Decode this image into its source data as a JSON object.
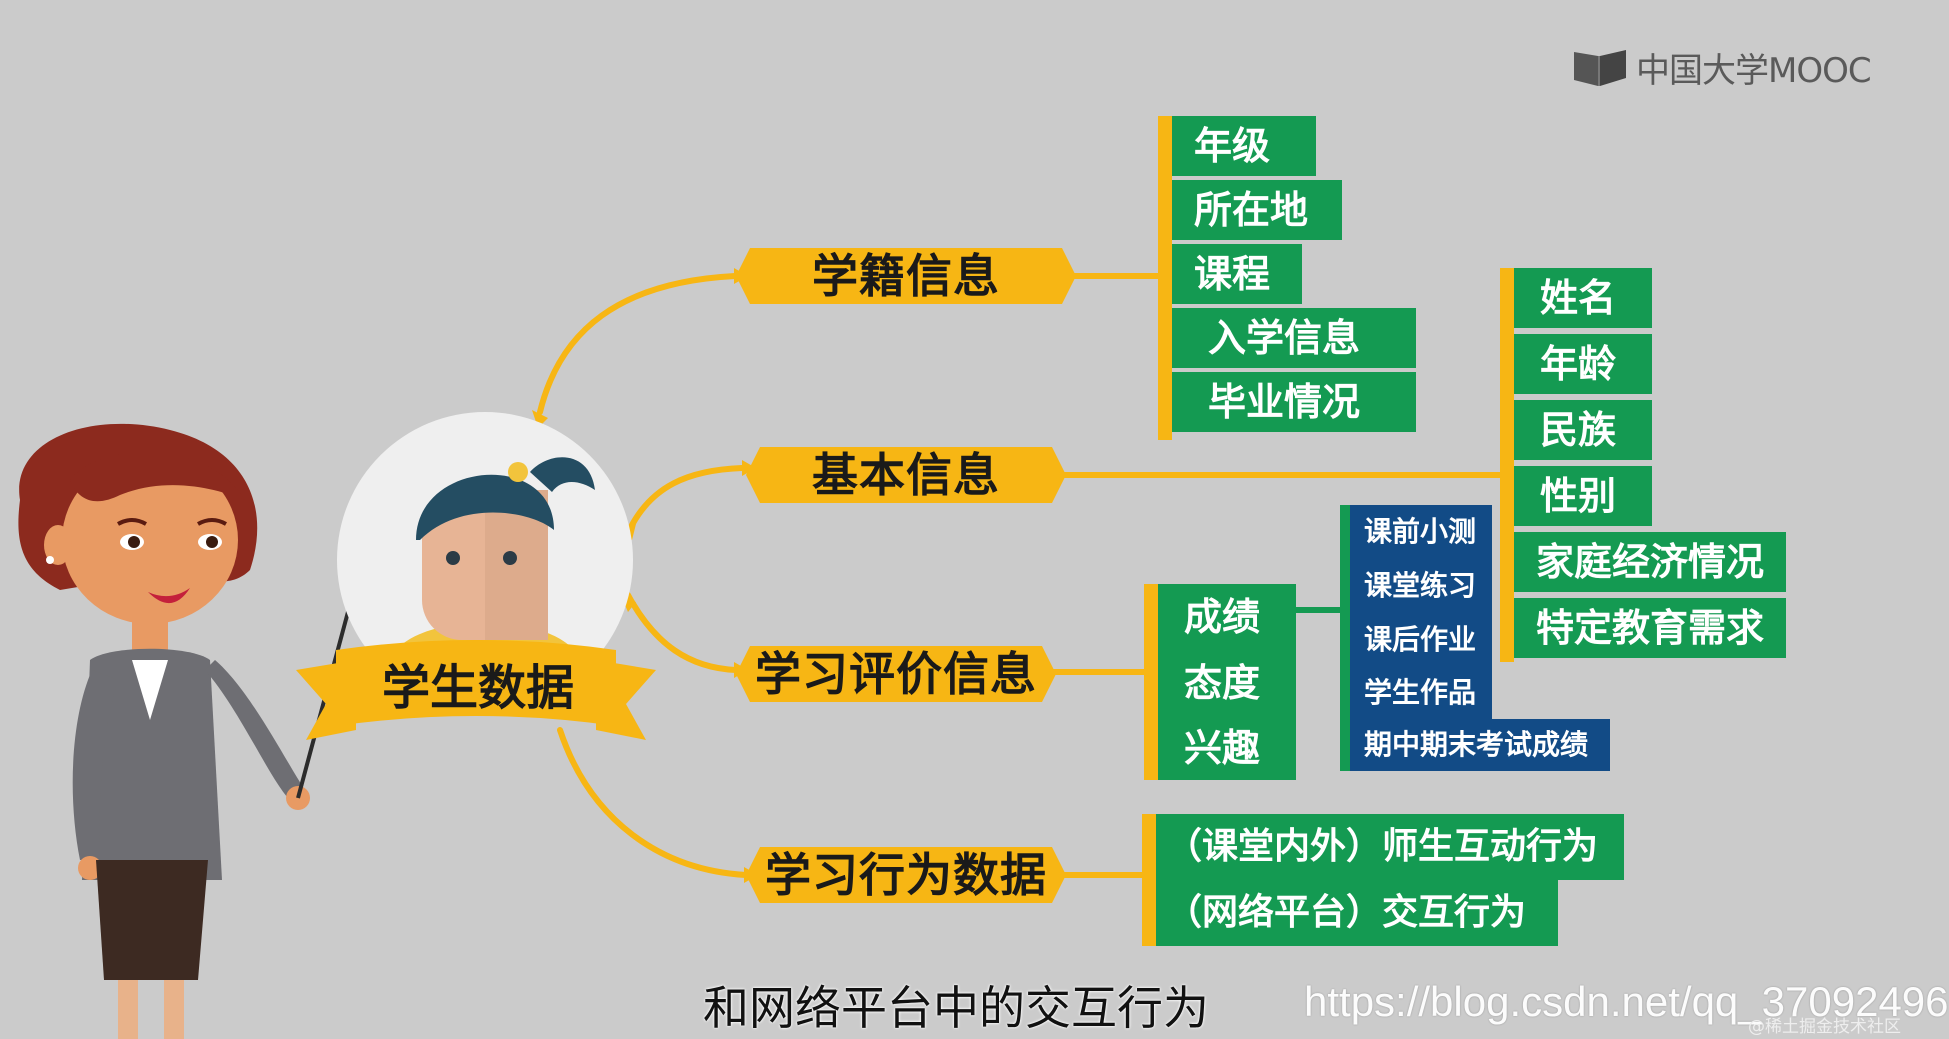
{
  "logo": {
    "text": "中国大学MOOC",
    "icon": "book-logo-icon"
  },
  "central": {
    "label": "学生数据"
  },
  "branches": [
    {
      "label": "学籍信息",
      "items": [
        "年级",
        "所在地",
        "课程",
        "入学信息",
        "毕业情况"
      ]
    },
    {
      "label": "基本信息",
      "items": [
        "姓名",
        "年龄",
        "民族",
        "性别",
        "家庭经济情况",
        "特定教育需求"
      ]
    },
    {
      "label": "学习评价信息",
      "items": [
        "成绩",
        "态度",
        "兴趣"
      ],
      "sub_items": [
        "课前小测",
        "课堂练习",
        "课后作业",
        "学生作品",
        "期中期末考试成绩"
      ]
    },
    {
      "label": "学习行为数据",
      "items": [
        "（课堂内外）师生互动行为",
        "（网络平台）交互行为"
      ]
    }
  ],
  "subtitle": "和网络平台中的交互行为",
  "watermark": "https://blog.csdn.net/qq_37092496",
  "watermark_small": "@稀土掘金技术社区",
  "colors": {
    "background": "#cbcbcb",
    "banner": "#f7b614",
    "green": "#149a52",
    "blue": "#124b86",
    "connector": "#f7b614"
  }
}
